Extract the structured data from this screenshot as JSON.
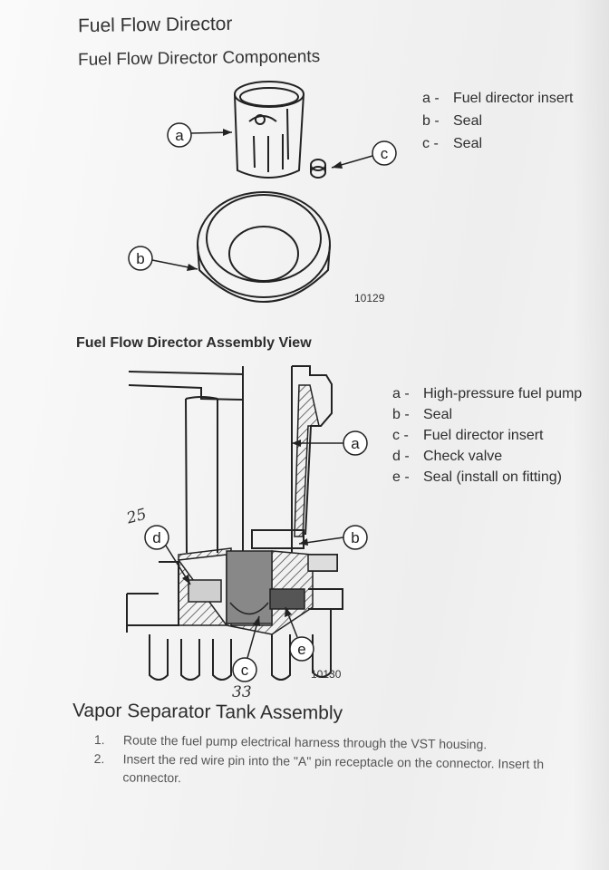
{
  "title": "Fuel Flow Director",
  "components": {
    "heading": "Fuel Flow Director Components",
    "callouts": [
      "a",
      "b",
      "c"
    ],
    "legend": [
      {
        "key": "a -",
        "text": "Fuel director insert"
      },
      {
        "key": "b -",
        "text": "Seal"
      },
      {
        "key": "c -",
        "text": "Seal"
      }
    ],
    "figure_number": "10129"
  },
  "assembly": {
    "heading": "Fuel Flow Director Assembly View",
    "callouts": [
      "a",
      "b",
      "c",
      "d",
      "e"
    ],
    "legend": [
      {
        "key": "a -",
        "text": "High-pressure fuel pump"
      },
      {
        "key": "b -",
        "text": "Seal"
      },
      {
        "key": "c -",
        "text": "Fuel director insert"
      },
      {
        "key": "d -",
        "text": "Check valve"
      },
      {
        "key": "e -",
        "text": "Seal (install on fitting)"
      }
    ],
    "figure_number": "10130",
    "handwritten": [
      "25",
      "33"
    ]
  },
  "vst": {
    "heading": "Vapor Separator Tank Assembly",
    "steps": [
      {
        "num": "1.",
        "text": "Route the fuel pump electrical harness through the VST housing."
      },
      {
        "num": "2.",
        "text": "Insert the red wire pin into the \"A\" pin receptacle on the connector. Insert th"
      },
      {
        "num": "",
        "text": "connector."
      }
    ]
  }
}
